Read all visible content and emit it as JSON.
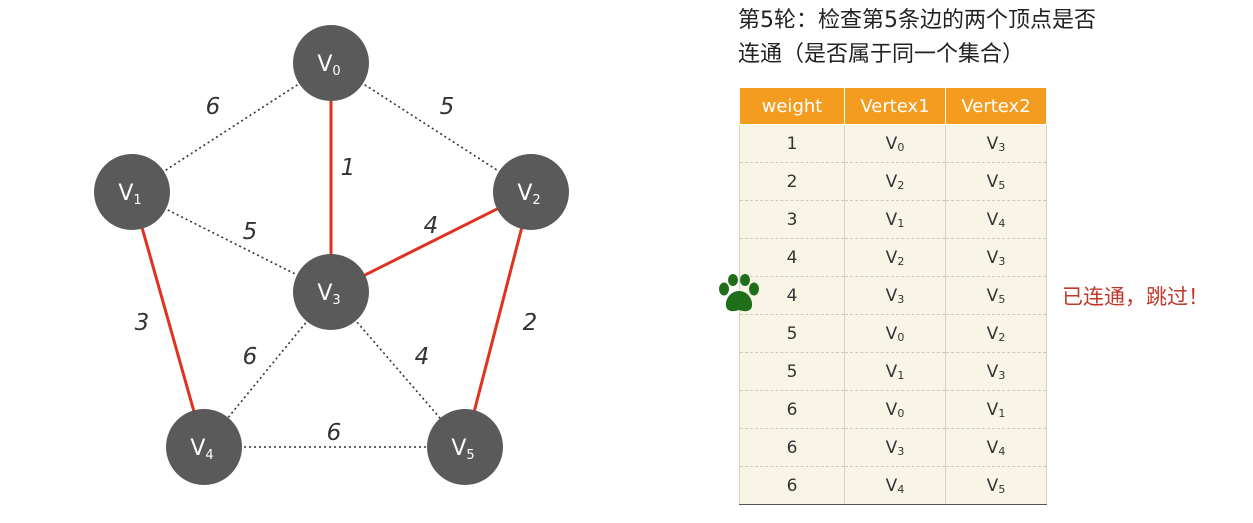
{
  "title": {
    "line1": "第5轮：检查第5条边的两个顶点是否",
    "line2": "连通（是否属于同一个集合）"
  },
  "graph": {
    "vertices": [
      {
        "id": "0",
        "letter": "V",
        "sub": "0"
      },
      {
        "id": "1",
        "letter": "V",
        "sub": "1"
      },
      {
        "id": "2",
        "letter": "V",
        "sub": "2"
      },
      {
        "id": "3",
        "letter": "V",
        "sub": "3"
      },
      {
        "id": "4",
        "letter": "V",
        "sub": "4"
      },
      {
        "id": "5",
        "letter": "V",
        "sub": "5"
      }
    ],
    "edges": [
      {
        "from": "0",
        "to": "1",
        "weight": "6",
        "selected": false
      },
      {
        "from": "0",
        "to": "2",
        "weight": "5",
        "selected": false
      },
      {
        "from": "0",
        "to": "3",
        "weight": "1",
        "selected": true
      },
      {
        "from": "1",
        "to": "3",
        "weight": "5",
        "selected": false
      },
      {
        "from": "2",
        "to": "3",
        "weight": "4",
        "selected": true
      },
      {
        "from": "1",
        "to": "4",
        "weight": "3",
        "selected": true
      },
      {
        "from": "2",
        "to": "5",
        "weight": "2",
        "selected": true
      },
      {
        "from": "3",
        "to": "4",
        "weight": "6",
        "selected": false
      },
      {
        "from": "3",
        "to": "5",
        "weight": "4",
        "selected": false
      },
      {
        "from": "4",
        "to": "5",
        "weight": "6",
        "selected": false
      }
    ],
    "colors": {
      "selected_edge": "#e0321f",
      "node": "#5a5a5a",
      "unselected_edge": "#333333"
    }
  },
  "table": {
    "headers": [
      "weight",
      "Vertex1",
      "Vertex2"
    ],
    "rows": [
      {
        "weight": "1",
        "v1": "0",
        "v2": "3"
      },
      {
        "weight": "2",
        "v1": "2",
        "v2": "5"
      },
      {
        "weight": "3",
        "v1": "1",
        "v2": "4"
      },
      {
        "weight": "4",
        "v1": "2",
        "v2": "3"
      },
      {
        "weight": "4",
        "v1": "3",
        "v2": "5"
      },
      {
        "weight": "5",
        "v1": "0",
        "v2": "2"
      },
      {
        "weight": "5",
        "v1": "1",
        "v2": "3"
      },
      {
        "weight": "6",
        "v1": "0",
        "v2": "1"
      },
      {
        "weight": "6",
        "v1": "3",
        "v2": "4"
      },
      {
        "weight": "6",
        "v1": "4",
        "v2": "5"
      }
    ],
    "vertex_letter": "V",
    "current_row": 4,
    "colors": {
      "header": "#f39c1f",
      "body": "#f8f5e6"
    }
  },
  "pointer_icon": "paw-icon",
  "status_note": "已连通，跳过！"
}
